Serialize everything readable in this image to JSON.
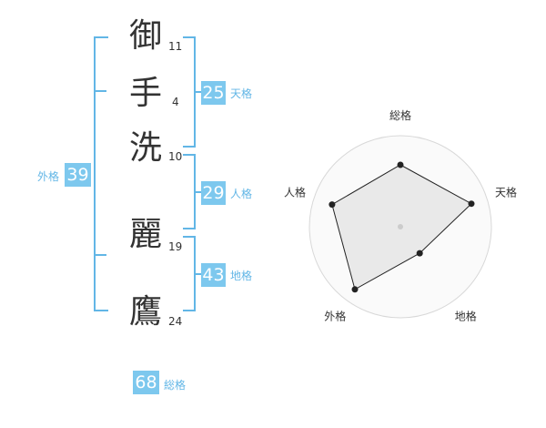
{
  "name": {
    "chars": [
      {
        "char": "御",
        "strokes": "11"
      },
      {
        "char": "手",
        "strokes": "4"
      },
      {
        "char": "洗",
        "strokes": "10"
      },
      {
        "char": "麗",
        "strokes": "19"
      },
      {
        "char": "鷹",
        "strokes": "24"
      }
    ]
  },
  "kaku": {
    "tenkaku": {
      "value": "25",
      "label": "天格"
    },
    "jinkaku": {
      "value": "29",
      "label": "人格"
    },
    "chikaku": {
      "value": "43",
      "label": "地格"
    },
    "gaikaku": {
      "value": "39",
      "label": "外格"
    },
    "soukaku": {
      "value": "68",
      "label": "総格"
    }
  },
  "colors": {
    "accent": "#7dc8ee",
    "bracket": "#62b6e6",
    "text": "#333333"
  },
  "chart_data": {
    "type": "radar",
    "axes": [
      "総格",
      "天格",
      "地格",
      "外格",
      "人格"
    ],
    "values": [
      0.68,
      0.82,
      0.36,
      0.85,
      0.79
    ],
    "range": [
      0,
      1
    ],
    "grid": "concentric-rings"
  }
}
